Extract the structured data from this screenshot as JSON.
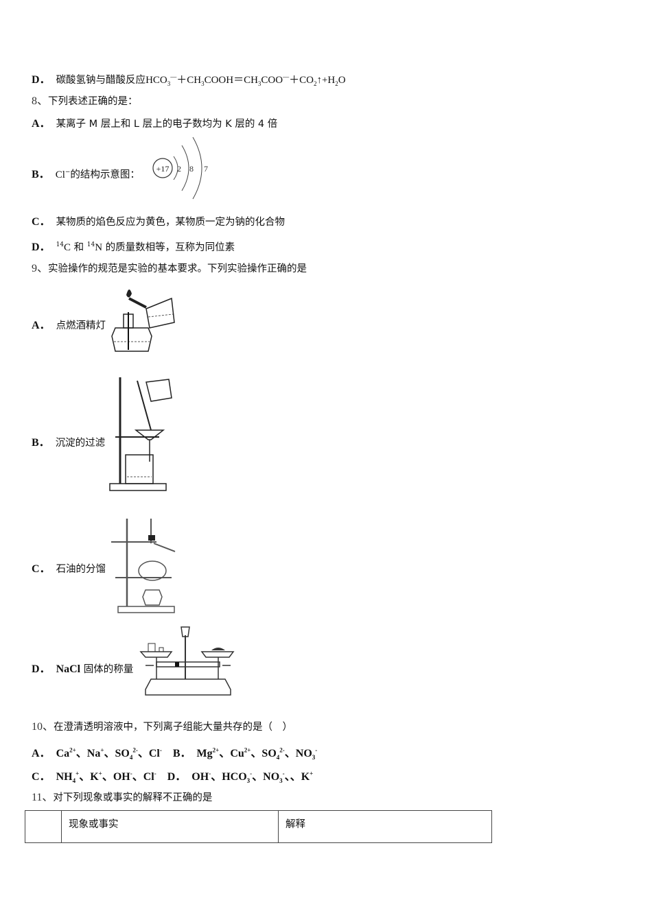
{
  "q7": {
    "optD": {
      "label": "D．",
      "text": "碳酸氢钠与醋酸反应",
      "equation": [
        "HCO",
        "3",
        "—",
        "＋CH",
        "3",
        "COOH＝CH",
        "3",
        "COO",
        "—",
        "＋CO",
        "2",
        "↑",
        "+H",
        "2",
        "O"
      ]
    }
  },
  "q8": {
    "number": "8、",
    "stem": "下列表述正确的是：",
    "optA": {
      "label": "A．",
      "text": "某离子 M 层上和 L 层上的电子数均为 K 层的 4 倍"
    },
    "optB": {
      "label": "B．",
      "text_pre": "Cl",
      "text_sup": "−",
      "text_post": "的结构示意图：",
      "diagram": {
        "nucleus": "+17",
        "shells": [
          "2",
          "8",
          "7"
        ]
      }
    },
    "optC": {
      "label": "C．",
      "text": "某物质的焰色反应为黄色，某物质一定为钠的化合物"
    },
    "optD": {
      "label": "D．",
      "iso1_mass": "14",
      "iso1": "C",
      "mid": " 和 ",
      "iso2_mass": "14",
      "iso2": "N",
      "text": " 的质量数相等，互称为同位素"
    }
  },
  "q9": {
    "number": "9、",
    "stem": "实验操作的规范是实验的基本要求。下列实验操作正确的是",
    "optA": {
      "label": "A．",
      "text": "点燃酒精灯",
      "figure": "alcohol-lamp-lighting-figure"
    },
    "optB": {
      "label": "B．",
      "text": "沉淀的过滤",
      "figure": "filtration-figure"
    },
    "optC": {
      "label": "C．",
      "text": "石油的分馏",
      "figure": "distillation-figure"
    },
    "optD": {
      "label": "D．",
      "text_en": "NaCl",
      "text": " 固体的称量",
      "figure": "balance-figure"
    }
  },
  "q10": {
    "number": "10、",
    "stem": "在澄清透明溶液中，下列离子组能大量共存的是（　）",
    "optA": {
      "label": "A．",
      "ions": [
        [
          "Ca",
          "",
          "2+"
        ],
        [
          "Na",
          "",
          "+"
        ],
        [
          "SO",
          "4",
          "2-"
        ],
        [
          "Cl",
          "",
          "-"
        ]
      ]
    },
    "optB": {
      "label": "B．",
      "ions": [
        [
          "Mg",
          "",
          "2+"
        ],
        [
          "Cu",
          "",
          "2+"
        ],
        [
          "SO",
          "4",
          "2-"
        ],
        [
          "NO",
          "3",
          "-"
        ]
      ]
    },
    "optC": {
      "label": "C．",
      "ions": [
        [
          "NH",
          "4",
          "+"
        ],
        [
          "K",
          "",
          "+"
        ],
        [
          "OH",
          "",
          "-"
        ],
        [
          "Cl",
          "",
          "-"
        ]
      ]
    },
    "optD": {
      "label": "D．",
      "ions": [
        [
          "OH",
          "",
          "-"
        ],
        [
          "HCO",
          "3",
          "-"
        ],
        [
          "NO",
          "3",
          "-"
        ],
        [
          "",
          "",
          " "
        ],
        [
          "K",
          "",
          "+"
        ]
      ]
    }
  },
  "q11": {
    "number": "11、",
    "stem": "对下列现象或事实的解释不正确的是",
    "table": {
      "headers": [
        "",
        "现象或事实",
        "解释"
      ]
    }
  }
}
